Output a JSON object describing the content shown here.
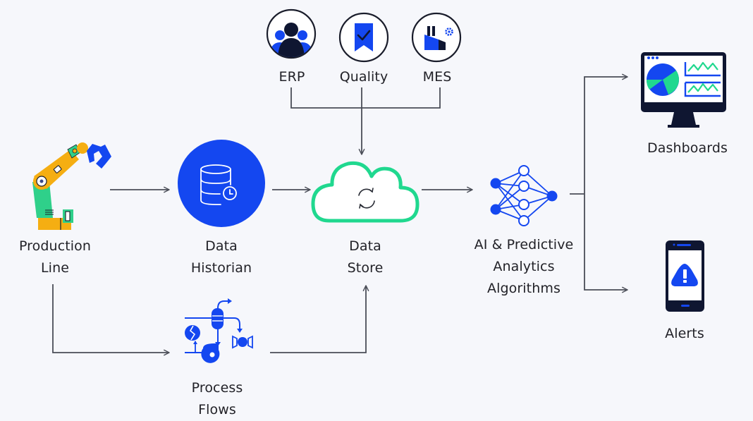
{
  "diagram": {
    "sources": [
      {
        "id": "erp",
        "label": "ERP",
        "icon": "people-group-icon"
      },
      {
        "id": "quality",
        "label": "Quality",
        "icon": "bookmark-check-icon"
      },
      {
        "id": "mes",
        "label": "MES",
        "icon": "factory-gear-icon"
      }
    ],
    "nodes": {
      "production_line": {
        "line1": "Production",
        "line2": "Line",
        "icon": "robot-arm-icon"
      },
      "data_historian": {
        "line1": "Data",
        "line2": "Historian",
        "icon": "database-clock-icon"
      },
      "data_store": {
        "line1": "Data",
        "line2": "Store",
        "icon": "cloud-sync-icon"
      },
      "ai": {
        "line1": "AI & Predictive",
        "line2": "Analytics",
        "line3": "Algorithms",
        "icon": "neural-network-icon"
      },
      "dashboards": {
        "line1": "Dashboards",
        "icon": "monitor-dashboard-icon"
      },
      "alerts": {
        "line1": "Alerts",
        "icon": "phone-alert-icon"
      },
      "process_flows": {
        "line1": "Process",
        "line2": "Flows",
        "icon": "process-pipeline-icon"
      }
    },
    "edges": [
      {
        "from": "Production Line",
        "to": "Data Historian"
      },
      {
        "from": "Data Historian",
        "to": "Data Store"
      },
      {
        "from": "ERP",
        "to": "Data Store"
      },
      {
        "from": "Quality",
        "to": "Data Store"
      },
      {
        "from": "MES",
        "to": "Data Store"
      },
      {
        "from": "Production Line",
        "to": "Process Flows"
      },
      {
        "from": "Process Flows",
        "to": "Data Store"
      },
      {
        "from": "Data Store",
        "to": "AI & Predictive Analytics Algorithms"
      },
      {
        "from": "AI & Predictive Analytics Algorithms",
        "to": "Dashboards"
      },
      {
        "from": "AI & Predictive Analytics Algorithms",
        "to": "Alerts"
      }
    ]
  },
  "colors": {
    "background": "#f6f7fb",
    "blue": "#1447f0",
    "navy": "#0f1631",
    "green": "#20d88f",
    "orange": "#f5ae12",
    "teal": "#2fd08a",
    "line": "#4a4d57"
  }
}
